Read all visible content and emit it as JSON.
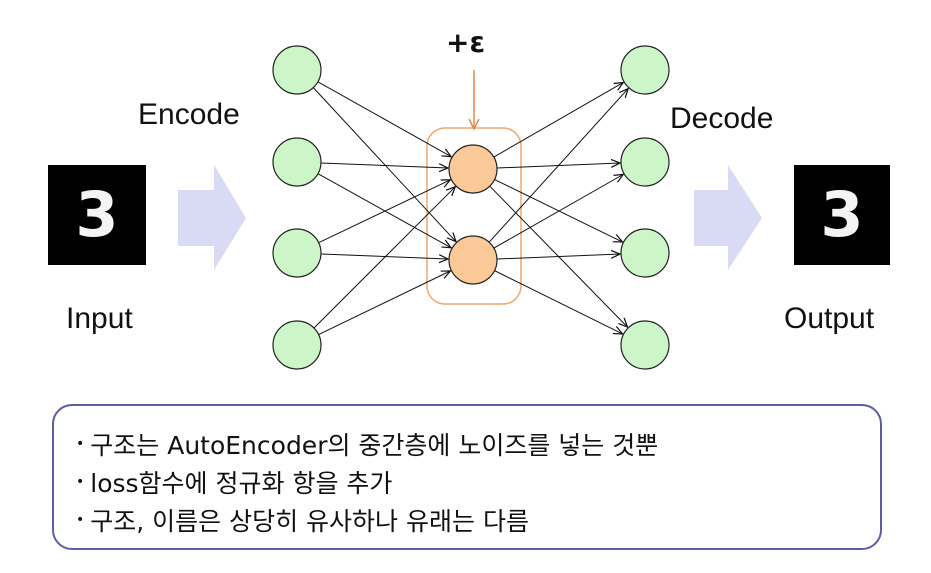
{
  "labels": {
    "encode": "Encode",
    "decode": "Decode",
    "input": "Input",
    "output": "Output",
    "noise": "+ε"
  },
  "digits": {
    "input": "3",
    "output": "3"
  },
  "summary": {
    "bullet": "•",
    "lines": [
      "구조는 AutoEncoder의 중간층에 노이즈를 넣는 것뿐",
      "loss함수에 정규화 항을 추가",
      "구조, 이름은 상당히 유사하나 유래는 다름"
    ]
  },
  "colors": {
    "outer_node_fill": "#ccf5c8",
    "latent_node_fill": "#fbc997",
    "latent_box_stroke": "#f0a56b",
    "noise_arrow": "#e8864a",
    "flow_arrow": "#d9daf3",
    "summary_border": "#5b5ea6"
  }
}
